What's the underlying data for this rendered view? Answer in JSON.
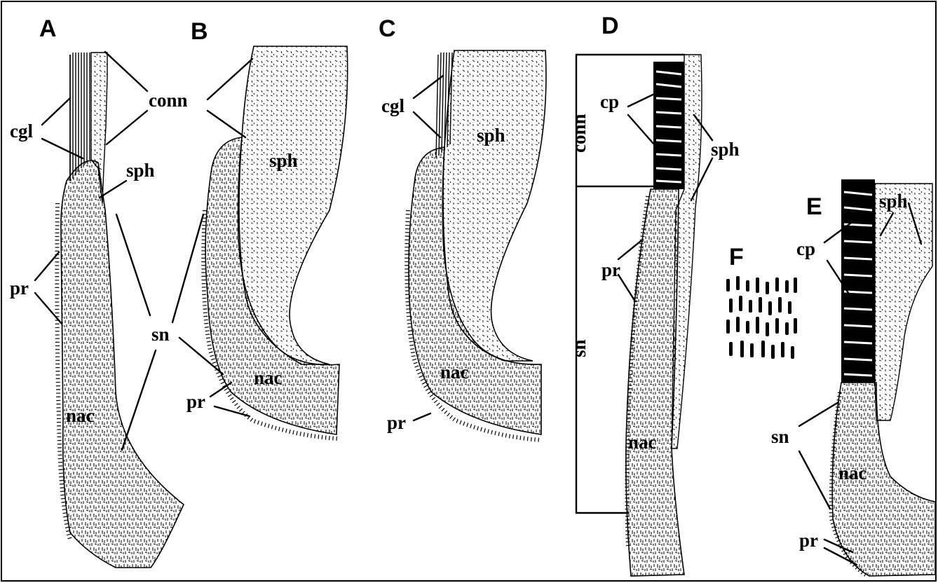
{
  "panels": {
    "A": {
      "letter": "A",
      "labels": {
        "conn": "conn",
        "cgl": "cgl",
        "sph": "sph",
        "pr": "pr",
        "sn": "sn",
        "nac": "nac"
      }
    },
    "B": {
      "letter": "B",
      "labels": {
        "sph": "sph",
        "pr": "pr",
        "nac": "nac"
      }
    },
    "C": {
      "letter": "C",
      "labels": {
        "cgl": "cgl",
        "sph": "sph",
        "nac": "nac",
        "pr": "pr"
      }
    },
    "D": {
      "letter": "D",
      "labels": {
        "conn": "conn",
        "sn": "sn",
        "cp": "cp",
        "sph": "sph",
        "pr": "pr",
        "nac": "nac"
      }
    },
    "E": {
      "letter": "E",
      "labels": {
        "sph": "sph",
        "cp": "cp",
        "sn": "sn",
        "nac": "nac",
        "pr": "pr"
      }
    },
    "F": {
      "letter": "F"
    }
  }
}
